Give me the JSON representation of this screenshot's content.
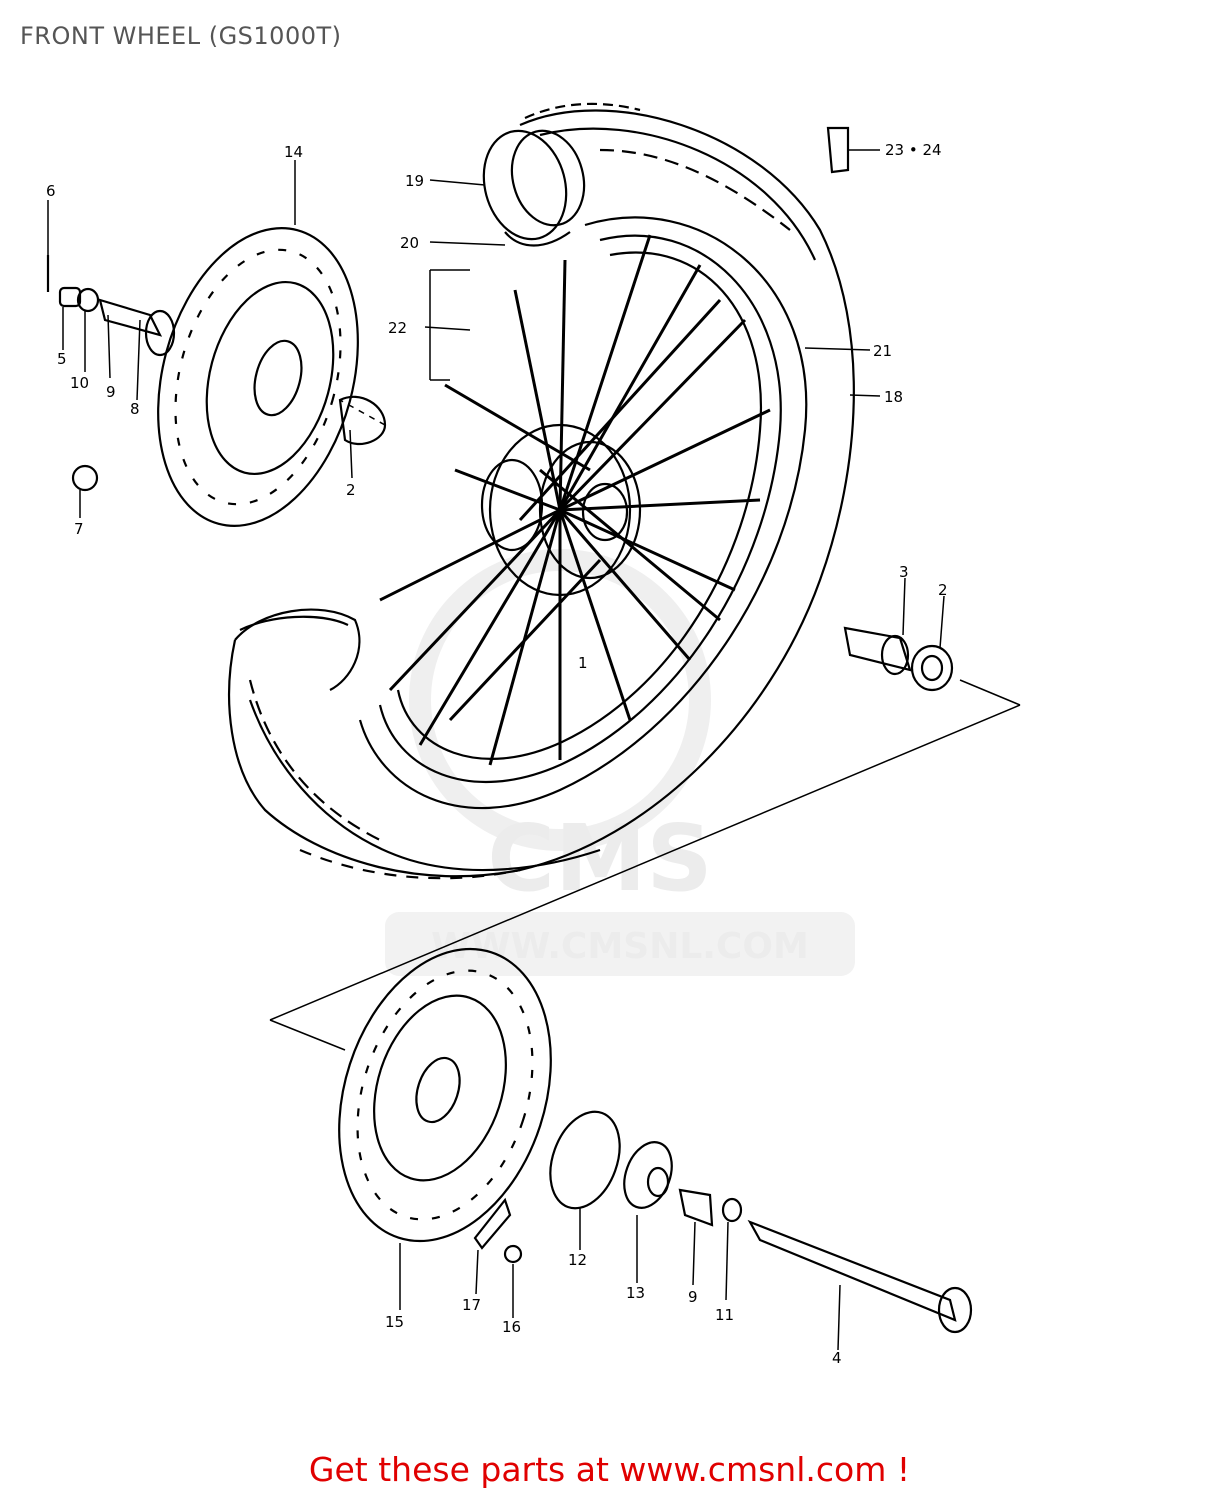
{
  "header": {
    "title": "FRONT WHEEL (GS1000T)"
  },
  "watermark": {
    "logo_text": "CMS",
    "url_text": "WWW.CMSNL.COM"
  },
  "callouts": {
    "c1": "1",
    "c2a": "2",
    "c2b": "2",
    "c3": "3",
    "c4": "4",
    "c5": "5",
    "c6": "6",
    "c7": "7",
    "c8": "8",
    "c9a": "9",
    "c9b": "9",
    "c10": "10",
    "c11": "11",
    "c12": "12",
    "c13": "13",
    "c14": "14",
    "c15": "15",
    "c16": "16",
    "c17": "17",
    "c18": "18",
    "c19": "19",
    "c20": "20",
    "c21": "21",
    "c22": "22",
    "c23": "23 • 24"
  },
  "footer": {
    "cta": "Get these parts at www.cmsnl.com !"
  }
}
